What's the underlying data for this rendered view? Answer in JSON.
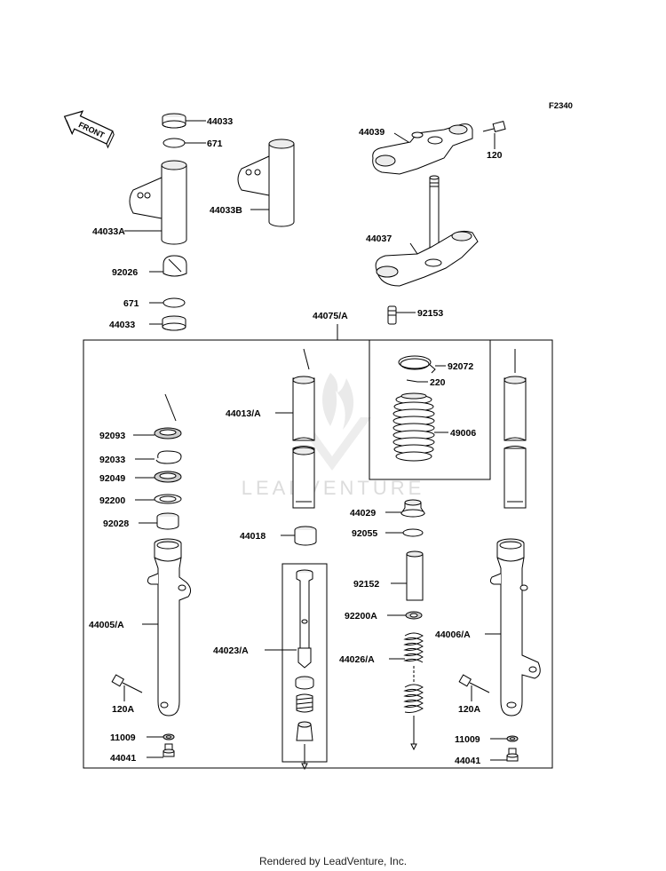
{
  "figure_code": "F2340",
  "front_arrow_label": "FRONT",
  "watermark": "LEADVENTURE",
  "footer": "Rendered by LeadVenture, Inc.",
  "callouts": {
    "p44033_top": "44033",
    "p671_top": "671",
    "p44033A": "44033A",
    "p44033B": "44033B",
    "p92026": "92026",
    "p671_bot": "671",
    "p44033_bot": "44033",
    "p44039": "44039",
    "p120": "120",
    "p44037": "44037",
    "p92153": "92153",
    "p44075A": "44075/A",
    "p92072": "92072",
    "p220": "220",
    "p49006": "49006",
    "p44013A": "44013/A",
    "p92093": "92093",
    "p92033": "92033",
    "p92049": "92049",
    "p92200": "92200",
    "p92028": "92028",
    "p44018": "44018",
    "p44029": "44029",
    "p92055": "92055",
    "p92152": "92152",
    "p92200A": "92200A",
    "p44005A": "44005/A",
    "p44023A": "44023/A",
    "p44026A": "44026/A",
    "p44006A": "44006/A",
    "p120A_left": "120A",
    "p120A_right": "120A",
    "p11009_left": "11009",
    "p11009_right": "11009",
    "p44041_left": "44041",
    "p44041_right": "44041"
  }
}
